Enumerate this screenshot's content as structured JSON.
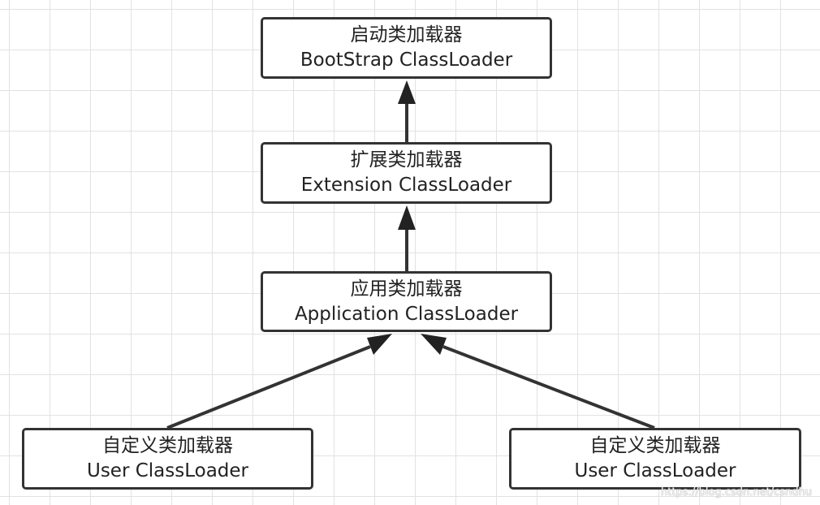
{
  "diagram": {
    "nodes": {
      "bootstrap": {
        "label_cn": "启动类加载器",
        "label_en": "BootStrap ClassLoader"
      },
      "extension": {
        "label_cn": "扩展类加载器",
        "label_en": "Extension ClassLoader"
      },
      "application": {
        "label_cn": "应用类加载器",
        "label_en": "Application ClassLoader"
      },
      "user_left": {
        "label_cn": "自定义类加载器",
        "label_en": "User ClassLoader"
      },
      "user_right": {
        "label_cn": "自定义类加载器",
        "label_en": "User ClassLoader"
      }
    },
    "edges": [
      {
        "from": "extension",
        "to": "bootstrap"
      },
      {
        "from": "application",
        "to": "extension"
      },
      {
        "from": "user_left",
        "to": "application"
      },
      {
        "from": "user_right",
        "to": "application"
      }
    ],
    "colors": {
      "stroke": "#333333",
      "grid": "#e2e2e2",
      "background": "#ffffff"
    }
  },
  "watermark": "https://blog.csdn.net/csndhu"
}
